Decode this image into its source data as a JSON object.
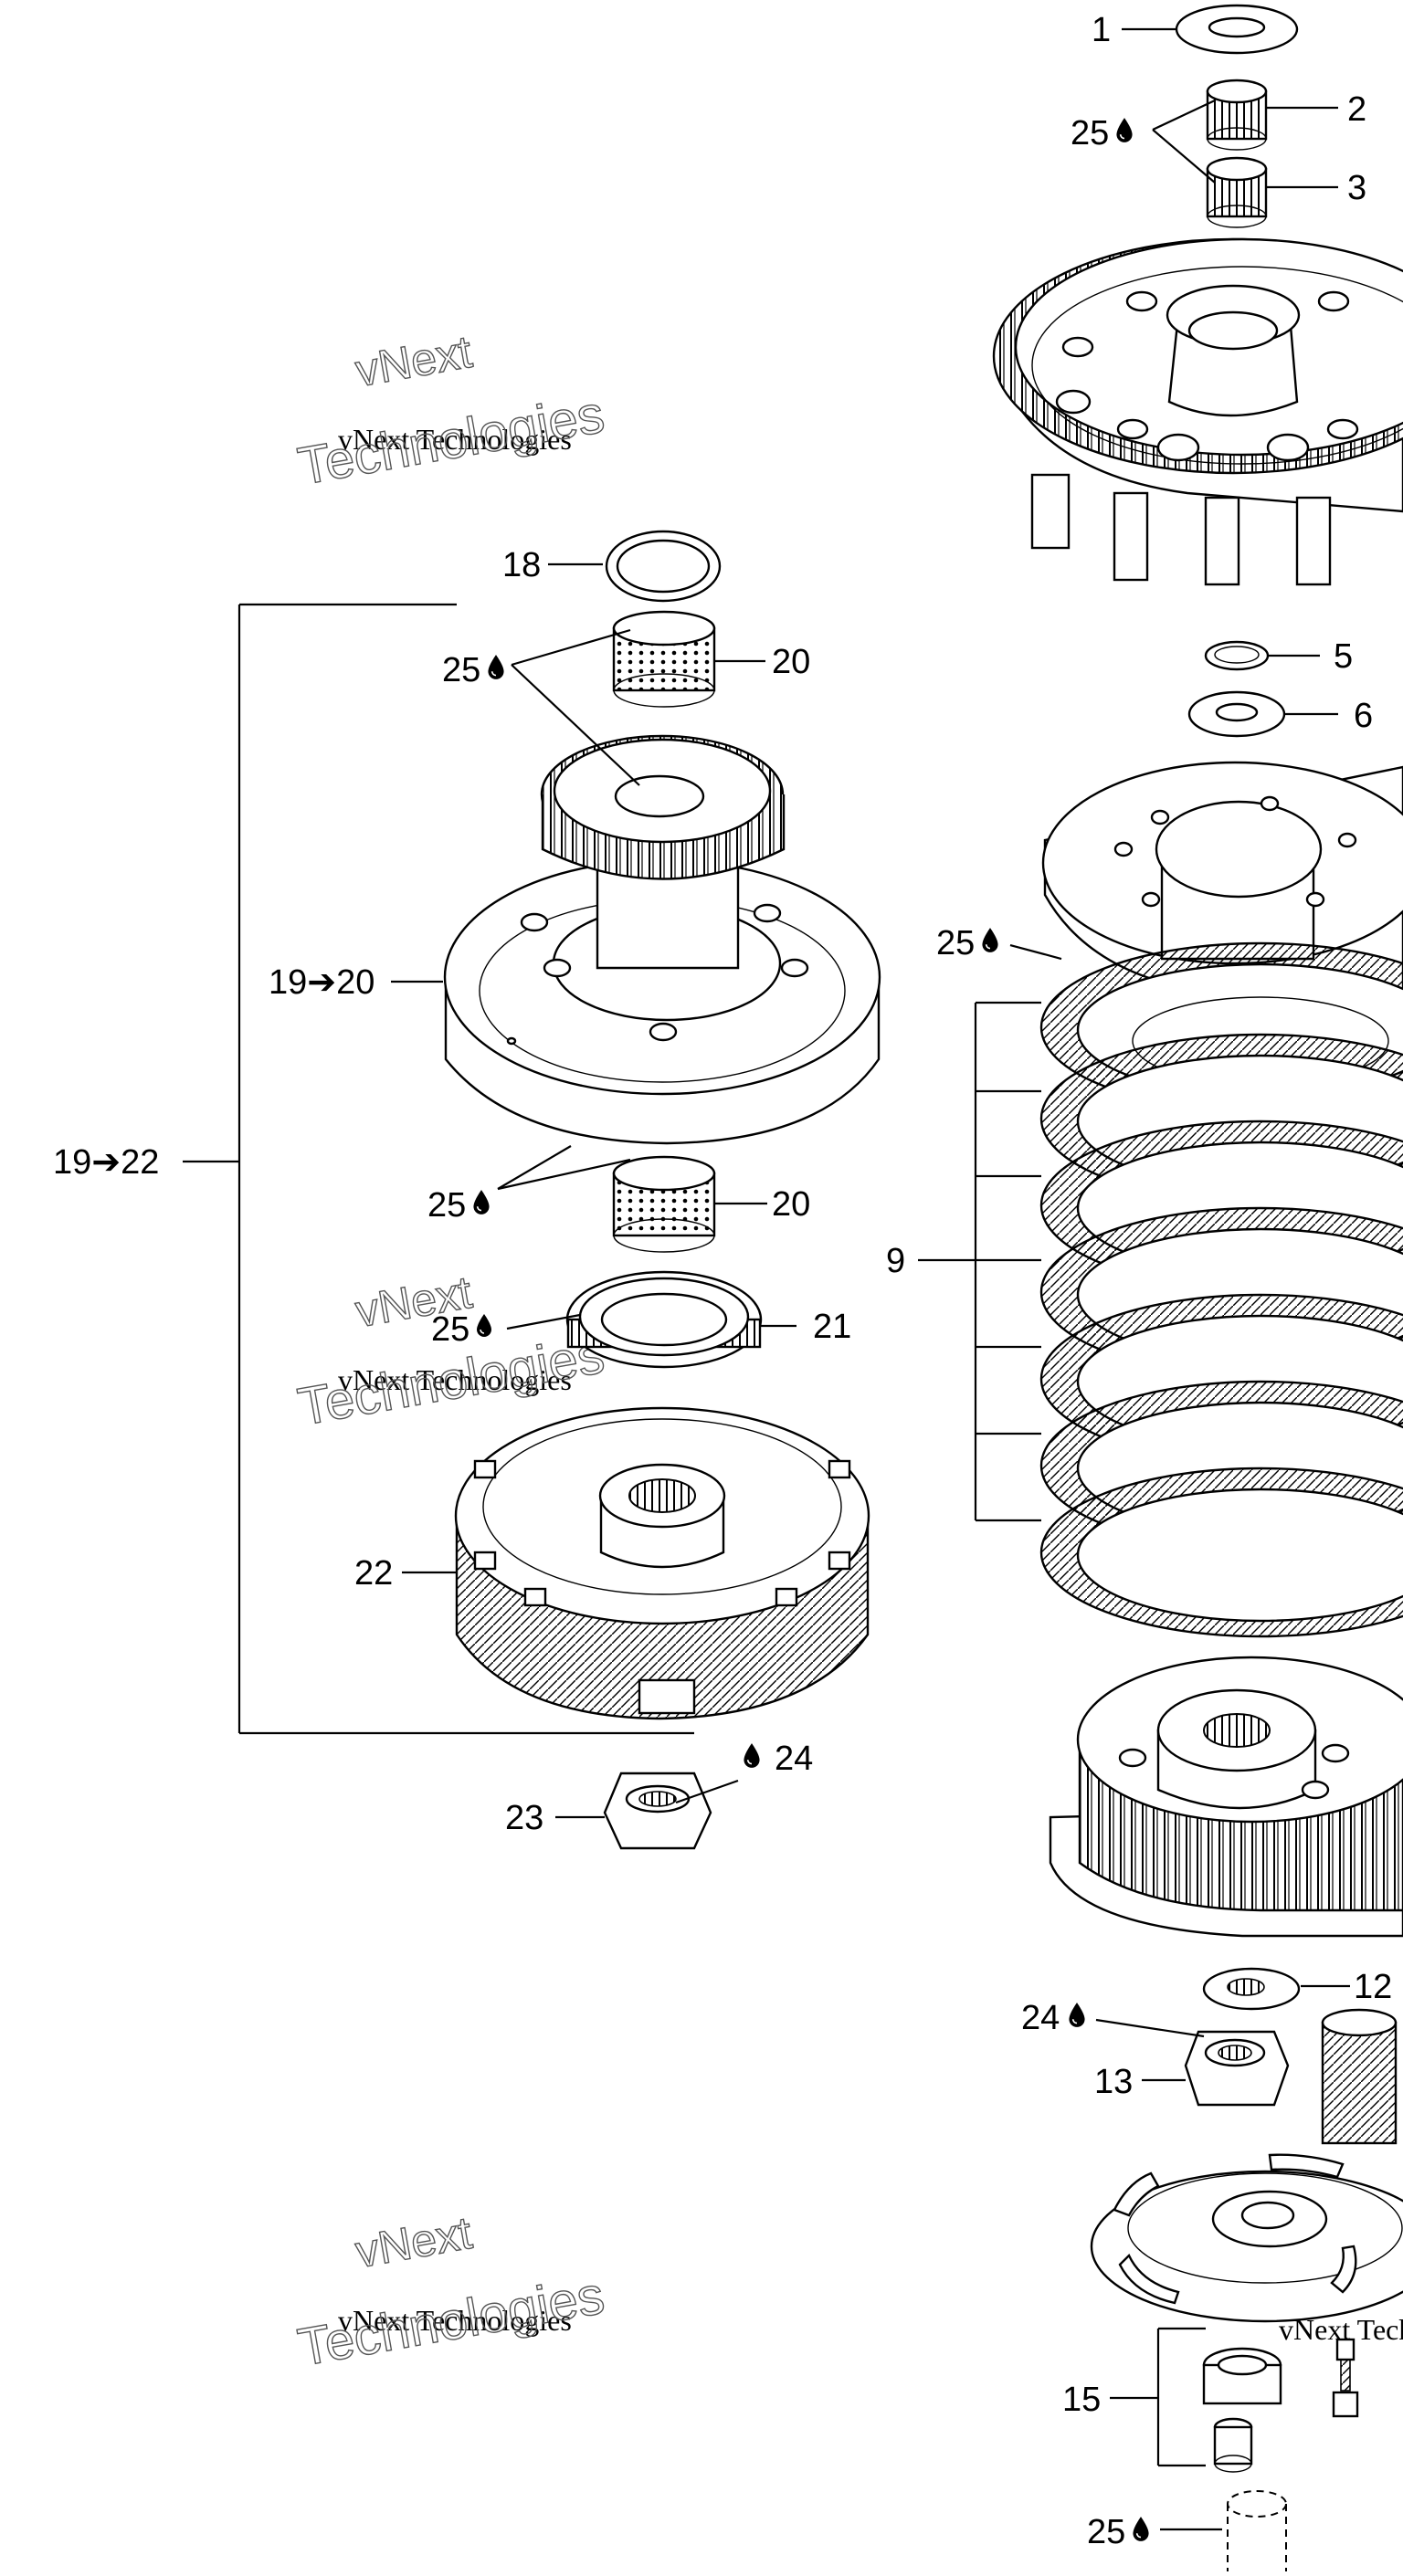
{
  "watermark": {
    "line1": "vNext",
    "line2": "vNext Technologies",
    "line3": "Technologies"
  },
  "callouts": {
    "p1": "1",
    "p2": "2",
    "p3": "3",
    "p5": "5",
    "p6": "6",
    "p9": "9",
    "p12": "12",
    "p13": "13",
    "p15": "15",
    "p18": "18",
    "p19_20": "19➔20",
    "p19_22": "19➔22",
    "p20a": "20",
    "p20b": "20",
    "p21": "21",
    "p22": "22",
    "p23": "23",
    "p24": "24",
    "p24b": "24",
    "lub_a": "25",
    "lub_b": "25",
    "lub_c": "25",
    "lub_d": "25",
    "lub_e": "25",
    "lub_f": "25"
  },
  "icons": {
    "lubricant": "oil-drop-icon"
  }
}
